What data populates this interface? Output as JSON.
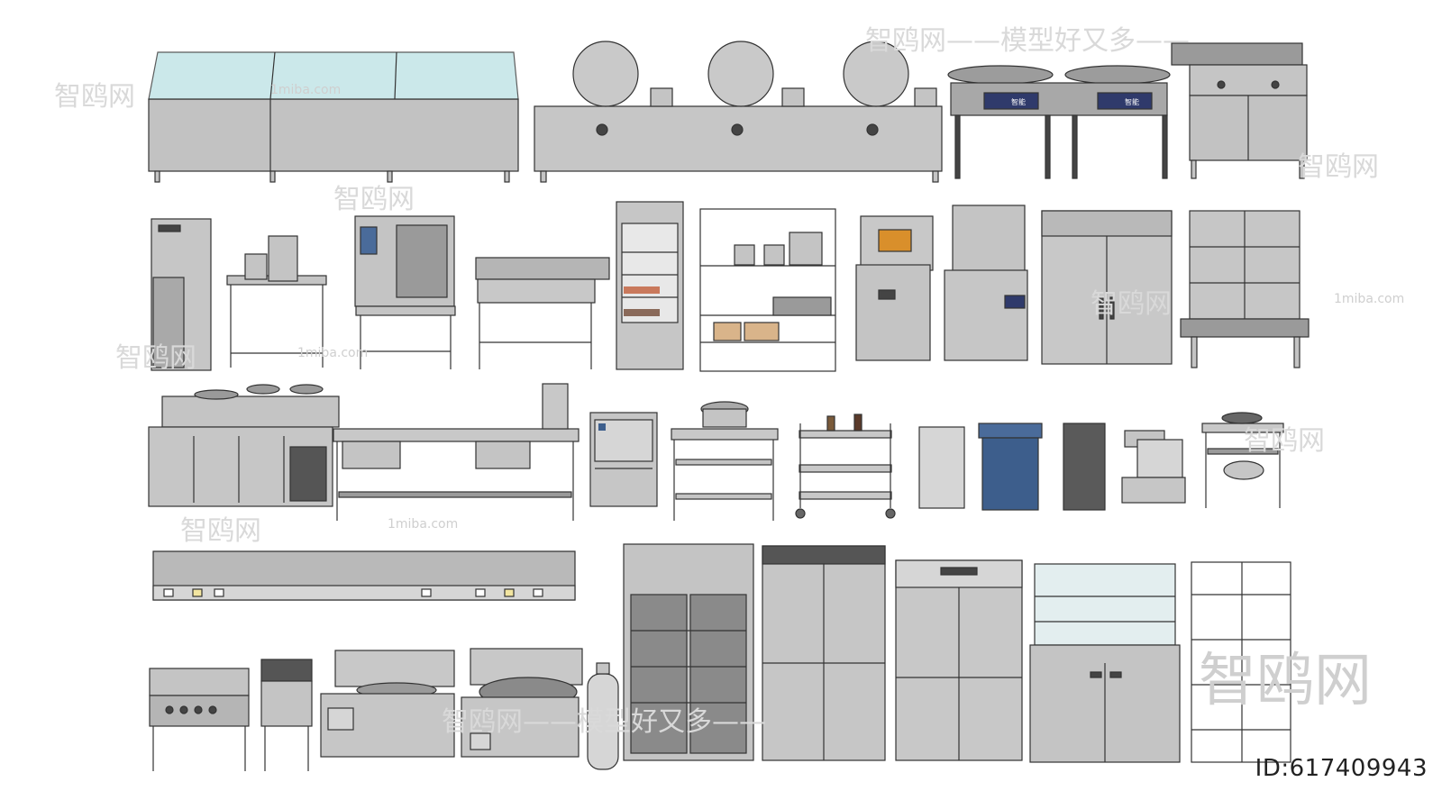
{
  "labels": {
    "griddle_left": "智能",
    "griddle_right": "智能",
    "hood_tag": "",
    "dishwasher_brand": "",
    "display_fridge_brand": ""
  },
  "watermarks": {
    "site_cn": "智鸥网",
    "slogan": "智鸥网——模型好又多——",
    "site_en": "1miba.com",
    "dashes": "——————"
  },
  "id_text": "ID:617409943",
  "colors": {
    "steel": "#bdbdbd",
    "steel_dark": "#8a8a8a",
    "steel_light": "#d6d6d6",
    "glass": "#bfe3e6",
    "outline": "#333333",
    "blue_bin": "#3d5e8c",
    "food": "#d98f2b"
  }
}
